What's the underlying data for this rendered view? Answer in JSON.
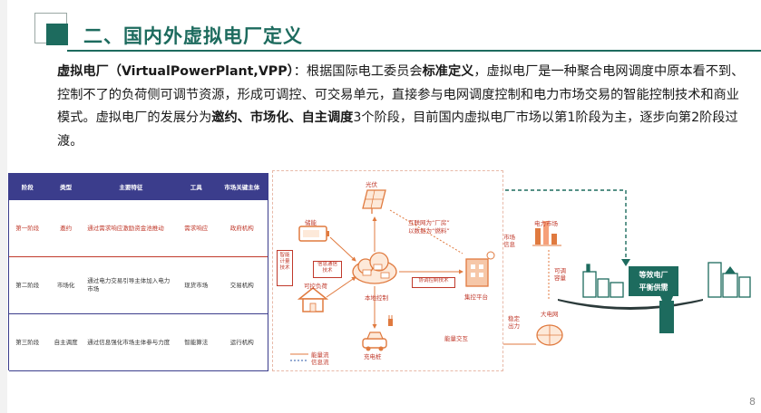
{
  "header": {
    "title": "二、国内外虚拟电厂定义"
  },
  "paragraph": {
    "lead_term": "虚拟电厂（VirtualPowerPlant,VPP）",
    "p1": "：根据国际电工委员会",
    "emph1": "标准定义",
    "p2": "，虚拟电厂是一种聚合电网调度中原本看不到、控制不了的负荷侧可调节资源，形成可调控、可交易单元，直接参与电网调度控制和电力市场交易的智能控制技术和商业模式。虚拟电厂的发展分为",
    "emph2": "邀约、市场化、自主调度",
    "p3": "3个阶段，目前国内虚拟电厂市场以第1阶段为主，逐步向第2阶段过渡。"
  },
  "table": {
    "headers": [
      "阶段",
      "类型",
      "主要特征",
      "工具",
      "市场关键主体"
    ],
    "rows": [
      [
        "第一阶段",
        "邀约",
        "通过需求响应激励资金池推动",
        "需求响应",
        "政府机构"
      ],
      [
        "第二阶段",
        "市场化",
        "通过电力交易引导主体加入电力市场",
        "现货市场",
        "交易机构"
      ],
      [
        "第三阶段",
        "自主调度",
        "通过信息强化市场主体参与力度",
        "智能算法",
        "运行机构"
      ]
    ]
  },
  "diagram": {
    "labels": {
      "solar": "光伏",
      "storage": "储能",
      "internet": "互联网为“厂房”\n以数据为“燃料”",
      "smart_meter": "智能\n计量\n技术",
      "info_comm": "信息通信\n技术",
      "controllable_load": "可控负荷",
      "local_control": "本地控制",
      "coord_control": "协调控制技术",
      "platform": "集控平台",
      "charging": "充电桩",
      "energy_flow": "能量流",
      "info_flow": "信息流",
      "energy_exchange": "能量交互",
      "power_market": "电力市场",
      "market_info": "市场\n信息",
      "adjustable_capacity": "可调\n容量",
      "grid": "大电网",
      "stable_output": "稳定\n出力"
    }
  },
  "right_panel": {
    "box_text": "等效电厂\n平衡供需"
  },
  "page_number": "8",
  "colors": {
    "accent": "#1d6b5e",
    "table_header": "#3b3d8c",
    "red": "#c0392b",
    "diagram_orange": "#e07a3f",
    "blue": "#2e5aa8"
  }
}
